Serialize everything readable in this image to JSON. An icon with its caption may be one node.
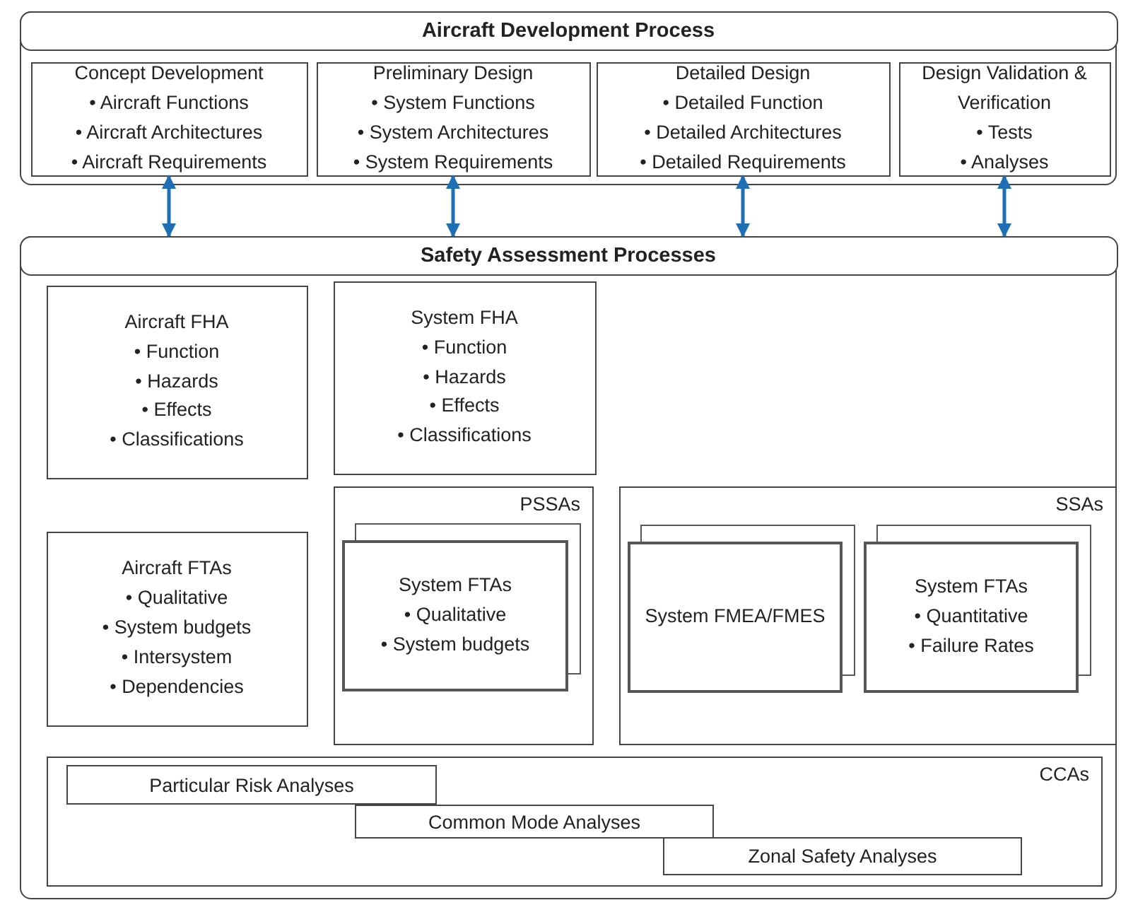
{
  "diagram": {
    "nodes": [
      {
        "text": [
          "Aircraft Development Process"
        ]
      },
      {
        "text": [
          "Concept Development",
          "• Aircraft Functions",
          "• Aircraft Architectures",
          "• Aircraft Requirements"
        ],
        "in": 0
      },
      {
        "text": [
          "Preliminary Design",
          "• System Functions",
          "• System Architectures",
          "• System Requirements"
        ],
        "in": 0
      },
      {
        "text": [
          "Detailed Design",
          "• Detailed Function",
          "• Detailed Architectures",
          "• Detailed Requirements"
        ],
        "in": 0
      },
      {
        "text": [
          "Design Validation & Verification",
          "• Tests",
          "• Analyses"
        ],
        "in": 0
      },
      {
        "text": [
          "Safety Assessment Processes"
        ]
      },
      {
        "text": [
          "Aircraft FHA",
          "• Function",
          "• Hazards",
          "• Effects",
          "• Classifications"
        ],
        "in": 5
      },
      {
        "text": [
          "System FHA",
          "• Function",
          "• Hazards",
          "• Effects",
          "• Classifications"
        ],
        "in": 5
      },
      {
        "text": [
          "Aircraft FTAs",
          "• Qualitative",
          "• System budgets",
          "• Intersystem",
          "• Dependencies"
        ],
        "in": 5
      },
      {
        "text": [
          "PSSAs"
        ],
        "in": 5
      },
      {
        "text": [
          "System FTAs",
          "• Qualitative",
          "• System budgets"
        ],
        "in": 9
      },
      {
        "text": [
          "SSAs"
        ],
        "in": 5
      },
      {
        "text": [
          "System FMEA/FMES"
        ],
        "in": 11
      },
      {
        "text": [
          "System FTAs",
          "• Quantitative",
          "• Failure Rates"
        ],
        "in": 11
      },
      {
        "text": [
          "CCAs"
        ],
        "in": 5
      },
      {
        "text": [
          "Particular Risk Analyses"
        ],
        "in": 14
      },
      {
        "text": [
          "Common Mode Analyses"
        ],
        "in": 14
      },
      {
        "text": [
          "Zonal Safety Analyses"
        ],
        "in": 14
      }
    ],
    "edges": [
      {
        "from": 1,
        "to": 5,
        "arrow": "both"
      },
      {
        "from": 2,
        "to": 5,
        "arrow": "both"
      },
      {
        "from": 3,
        "to": 5,
        "arrow": "both"
      },
      {
        "from": 4,
        "to": 5,
        "arrow": "both"
      }
    ]
  }
}
